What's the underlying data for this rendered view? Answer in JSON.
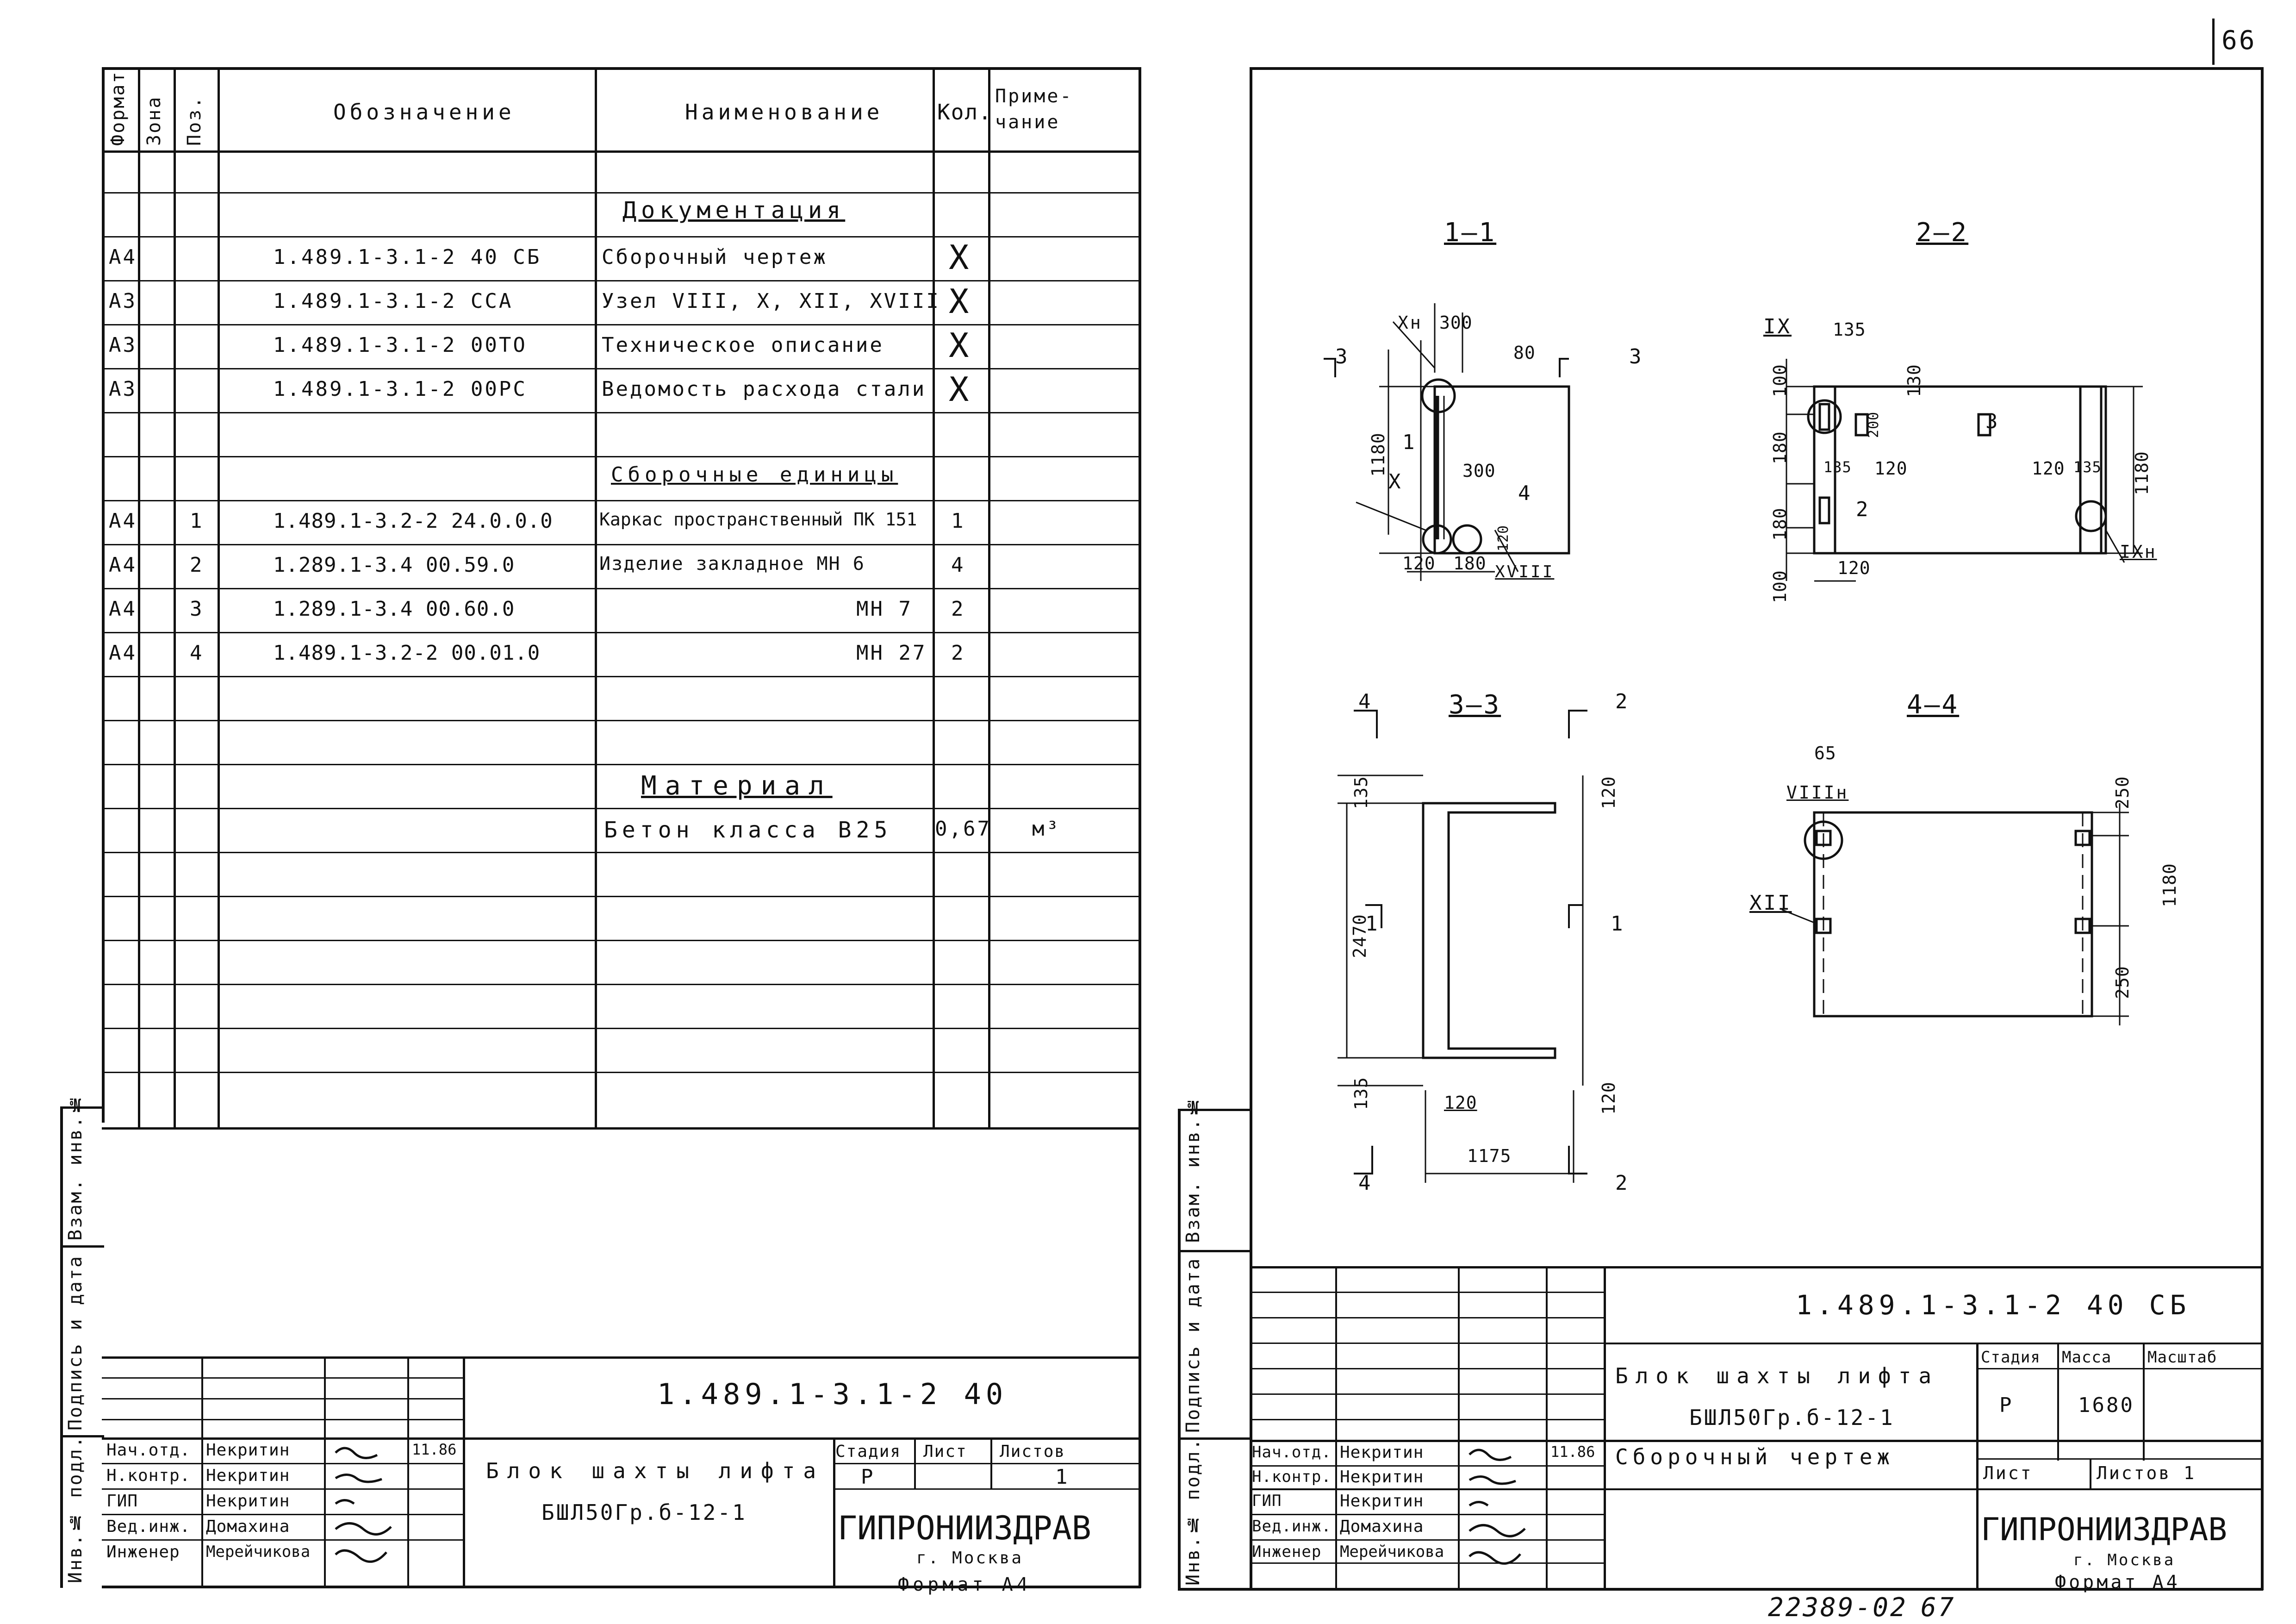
{
  "page_number": "66",
  "spec": {
    "headers": {
      "format": "Формат",
      "zone": "Зона",
      "pos": "Поз.",
      "designation": "Обозначение",
      "name": "Наименование",
      "qty": "Кол.",
      "note": "Приме-чание"
    },
    "sections": {
      "docs": "Документация",
      "units": "Сборочные единицы",
      "material": "Материал"
    },
    "doc_rows": [
      {
        "format": "А4",
        "designation": "1.489.1-3.1-2 40 СБ",
        "name": "Сборочный чертеж",
        "qty": "X"
      },
      {
        "format": "А3",
        "designation": "1.489.1-3.1-2 ССА",
        "name": "Узел VIII, X, XII, XVIII",
        "qty": "X"
      },
      {
        "format": "А3",
        "designation": "1.489.1-3.1-2 00ТО",
        "name": "Техническое описание",
        "qty": "X"
      },
      {
        "format": "А3",
        "designation": "1.489.1-3.1-2 00РС",
        "name": "Ведомость расхода стали",
        "qty": "X"
      }
    ],
    "unit_rows": [
      {
        "format": "А4",
        "pos": "1",
        "designation": "1.489.1-3.2-2 24.0.0.0",
        "name": "Каркас пространственный ПК 151",
        "qty": "1"
      },
      {
        "format": "А4",
        "pos": "2",
        "designation": "1.289.1-3.4 00.59.0",
        "name": "Изделие закладное МН 6",
        "qty": "4"
      },
      {
        "format": "А4",
        "pos": "3",
        "designation": "1.289.1-3.4 00.60.0",
        "name": "МН 7",
        "qty": "2"
      },
      {
        "format": "А4",
        "pos": "4",
        "designation": "1.489.1-3.2-2 00.01.0",
        "name": "МН 27",
        "qty": "2"
      }
    ],
    "material_row": {
      "name": "Бетон класса В25",
      "qty": "0,67",
      "note": "м³"
    }
  },
  "side_labels": {
    "inv_zam": "Взам. инв.№",
    "sign_date": "Подпись и дата",
    "inv_podl": "Инв.№ подл."
  },
  "title_block_left": {
    "code": "1.489.1-3.1-2 40",
    "title_line1": "Блок шахты лифта",
    "title_line2": "БШЛ50Гр.б-12-1",
    "stage_h": "Стадия",
    "sheet_h": "Лист",
    "sheets_h": "Листов",
    "stage": "Р",
    "sheets": "1",
    "org": "ГИПРОНИИЗДРАВ",
    "city": "г. Москва",
    "format": "Формат А4",
    "people": [
      {
        "role": "Нач.отд.",
        "name": "Некритин",
        "date": "11.86"
      },
      {
        "role": "Н.контр.",
        "name": "Некритин",
        "date": ""
      },
      {
        "role": "ГИП",
        "name": "Некритин",
        "date": ""
      },
      {
        "role": "Вед.инж.",
        "name": "Домахина",
        "date": ""
      },
      {
        "role": "Инженер",
        "name": "Мерейчикова",
        "date": ""
      }
    ]
  },
  "title_block_right": {
    "code": "1.489.1-3.1-2 40 СБ",
    "title_line1": "Блок шахты лифта",
    "title_line2": "БШЛ50Гр.б-12-1",
    "title_line3": "Сборочный чертеж",
    "stage_h": "Стадия",
    "mass_h": "Масса",
    "scale_h": "Масштаб",
    "stage": "Р",
    "mass": "1680",
    "sheet_h": "Лист",
    "sheets_h": "Листов 1",
    "org": "ГИПРОНИИЗДРАВ",
    "city": "г. Москва",
    "format": "Формат А4",
    "people": [
      {
        "role": "Нач.отд.",
        "name": "Некритин",
        "date": "11.86"
      },
      {
        "role": "Н.контр.",
        "name": "Некритин",
        "date": ""
      },
      {
        "role": "ГИП",
        "name": "Некритин",
        "date": ""
      },
      {
        "role": "Вед.инж.",
        "name": "Домахина",
        "date": ""
      },
      {
        "role": "Инженер",
        "name": "Мерейчикова",
        "date": ""
      }
    ]
  },
  "archive_number": "22389-02",
  "archive_page": "67",
  "drawing": {
    "sec11": "1—1",
    "sec22": "2—2",
    "sec33": "3—3",
    "sec44": "4—4",
    "d300": "300",
    "d80": "80",
    "d1180": "1180",
    "d120": "120",
    "d180": "180",
    "d135": "135",
    "d130": "130",
    "d200": "200",
    "d100": "100",
    "d2470": "2470",
    "d1175": "1175",
    "d65": "65",
    "d250": "250",
    "c3": "3",
    "c1": "1",
    "c2": "2",
    "c4": "4",
    "nX": "X",
    "nXn": "Xн",
    "nIX": "IX",
    "nIXn": "IXн",
    "nXII": "XII",
    "nXVIII": "XVIII",
    "nVIIIn": "VIIIн"
  }
}
